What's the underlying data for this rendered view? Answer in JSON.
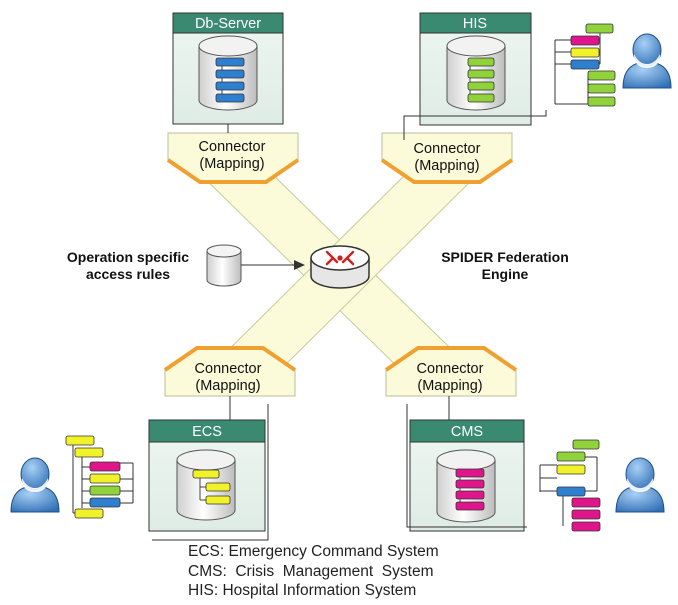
{
  "colors": {
    "teal": "#3a8a72",
    "teal_dark": "#1f5d4c",
    "box_fill": "#e9f2ed",
    "connector_fill": "#fbfbd9",
    "connector_edge": "#f0a030",
    "blue": "#2f7fd0",
    "green": "#8fd23a",
    "yellow": "#f2f22a",
    "magenta": "#e0158c",
    "user": "#3f7fc4",
    "line": "#333333"
  },
  "systems": {
    "db": {
      "label": "Db-Server"
    },
    "his": {
      "label": "HIS"
    },
    "ecs": {
      "label": "ECS"
    },
    "cms": {
      "label": "CMS"
    }
  },
  "connectors": {
    "tl": {
      "line1": "Connector",
      "line2": "(Mapping)"
    },
    "tr": {
      "line1": "Connector",
      "line2": "(Mapping)"
    },
    "bl": {
      "line1": "Connector",
      "line2": "(Mapping)"
    },
    "br": {
      "line1": "Connector",
      "line2": "(Mapping)"
    }
  },
  "access_rules": {
    "line1": "Operation specific",
    "line2": "access rules"
  },
  "engine": {
    "line1": "SPIDER Federation",
    "line2": "Engine"
  },
  "legend": [
    "ECS: Emergency Command System",
    "CMS:  Crisis  Management  System",
    "HIS: Hospital Information System"
  ],
  "icons": {
    "database": "database-cylinder-icon",
    "router": "router-icon",
    "user": "user-icon",
    "tree": "hierarchy-tree-icon"
  }
}
